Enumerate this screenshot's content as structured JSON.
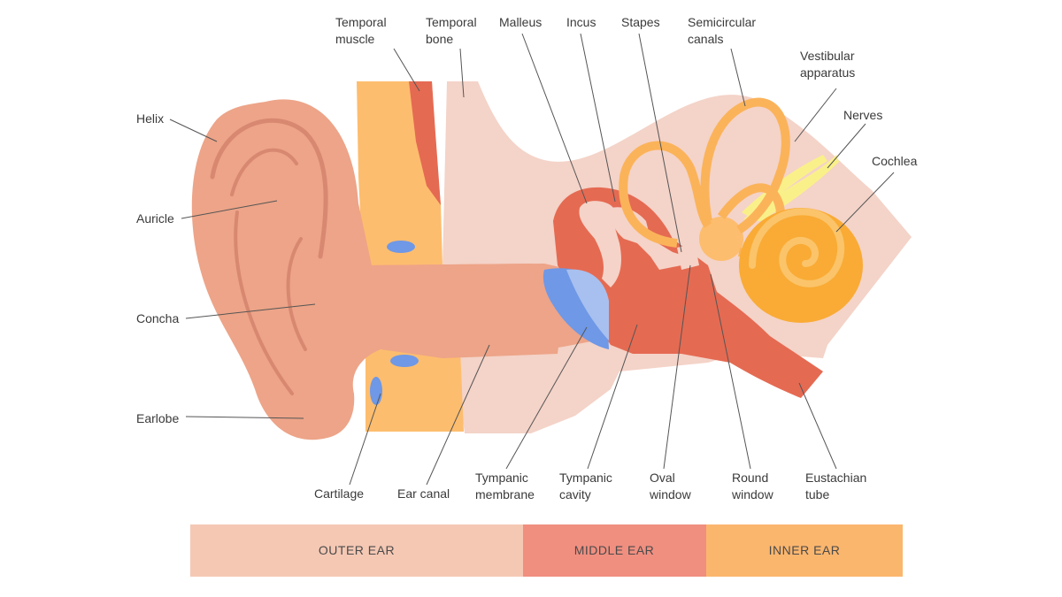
{
  "labels": {
    "temporal_muscle": [
      "Temporal",
      "muscle"
    ],
    "temporal_bone": [
      "Temporal",
      "bone"
    ],
    "malleus": "Malleus",
    "incus": "Incus",
    "stapes": "Stapes",
    "semicircular_canals": [
      "Semicircular",
      "canals"
    ],
    "vestibular_apparatus": [
      "Vestibular",
      "apparatus"
    ],
    "nerves": "Nerves",
    "cochlea": "Cochlea",
    "helix": "Helix",
    "auricle": "Auricle",
    "concha": "Concha",
    "earlobe": "Earlobe",
    "cartilage": "Cartilage",
    "ear_canal": "Ear canal",
    "tympanic_membrane": [
      "Tympanic",
      "membrane"
    ],
    "tympanic_cavity": [
      "Tympanic",
      "cavity"
    ],
    "oval_window": [
      "Oval",
      "window"
    ],
    "round_window": [
      "Round",
      "window"
    ],
    "eustachian_tube": [
      "Eustachian",
      "tube"
    ]
  },
  "legend": {
    "outer": "OUTER EAR",
    "middle": "MIDDLE EAR",
    "inner": "INNER EAR"
  },
  "colors": {
    "outer_ear": "#f5c8b4",
    "middle_ear": "#f08f80",
    "inner_ear": "#fbb66e",
    "skin": "#eda488",
    "bone_pink": "#f4d3c8",
    "cartilage_yellow": "#fdbd6e",
    "muscle_red": "#e56a52",
    "cochlea_orange": "#f9ab35",
    "blue": "#6f98e6",
    "nerve_yellow": "#faf08a"
  }
}
